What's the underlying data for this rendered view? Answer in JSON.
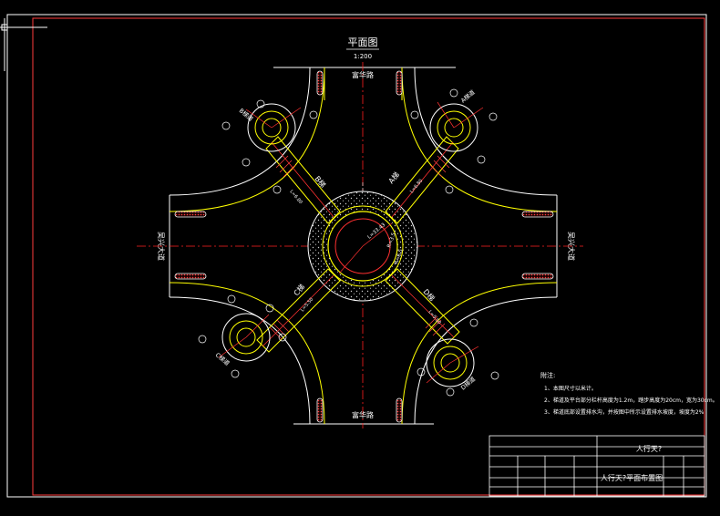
{
  "drawing": {
    "title": "平面图",
    "scale": "1:200",
    "road_top": "富华路",
    "road_bottom": "富华路",
    "road_left": "吴兴大道",
    "road_right": "吴兴大道",
    "stair_labels": [
      "A梯",
      "B梯",
      "C梯",
      "D梯"
    ],
    "stair_corner_labels": [
      "A梯道",
      "B梯道",
      "C梯道",
      "D梯道"
    ],
    "center_dims": [
      "L=33.43",
      "R=3.5",
      "R=6.5"
    ],
    "ramp_dims": [
      "L=6.80",
      "L=6.80",
      "L=5.50",
      "L=5.50"
    ]
  },
  "notes": {
    "heading": "附注:",
    "items": [
      "1、本图尺寸以米计。",
      "2、梯道及平台部分栏杆高度为1.2m，踏步高度为20cm，宽为30cm。",
      "3、梯道底部设置排水沟，并按图中所示设置排水坡度，坡度为2%"
    ]
  },
  "title_block": {
    "company": "人行天?",
    "drawing_name": "人行天?平面布置图"
  },
  "colors": {
    "border": "#ff3b3b",
    "road_edge": "#ffffff",
    "curb": "#ffff00",
    "axis": "#ff2020",
    "bridge": "#ffff00",
    "circle": "#ffffff",
    "text": "#ffffff",
    "dim": "#00ff00"
  }
}
